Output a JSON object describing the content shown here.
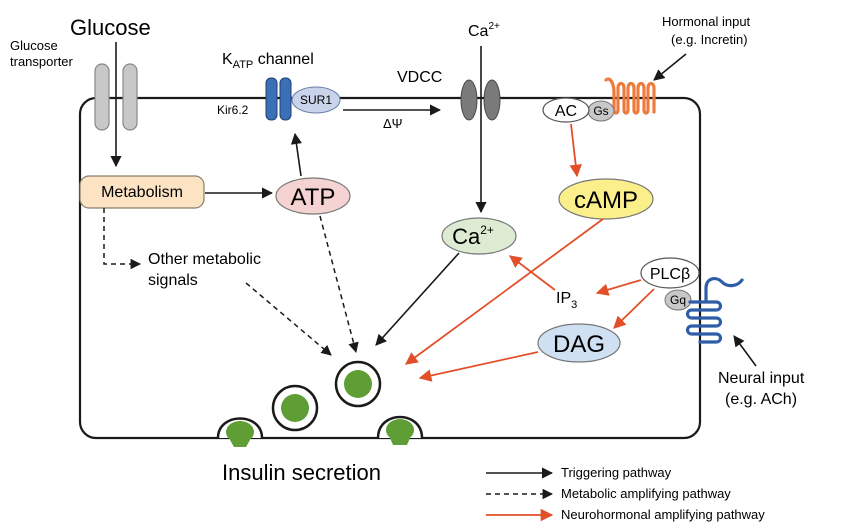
{
  "labels": {
    "glucose": "Glucose",
    "glucose_transporter_line1": "Glucose",
    "glucose_transporter_line2": "transporter",
    "katp_k": "K",
    "katp_sub": "ATP",
    "katp_rest": " channel",
    "kir62": "Kir6.2",
    "sur1": "SUR1",
    "delta_psi": "ΔΨ",
    "vdcc": "VDCC",
    "ca_top_base": "Ca",
    "ca_top_sup": "2+",
    "hormonal_line1": "Hormonal input",
    "hormonal_line2": "(e.g. Incretin)",
    "ac": "AC",
    "gs": "Gs",
    "metabolism": "Metabolism",
    "atp": "ATP",
    "camp": "cAMP",
    "ca_inner_base": "Ca",
    "ca_inner_sup": "2+",
    "plc_base": "PLC",
    "plc_beta": "β",
    "gq": "Gq",
    "other_line1": "Other metabolic",
    "other_line2": "signals",
    "ip3_base": "IP",
    "ip3_sub": "3",
    "dag": "DAG",
    "neural_line1": "Neural input",
    "neural_line2": "(e.g. ACh)",
    "insulin_secretion": "Insulin secretion"
  },
  "legend": [
    {
      "label": "Triggering pathway",
      "style": "solid",
      "color": "#1a1a1a"
    },
    {
      "label": "Metabolic amplifying pathway",
      "style": "dashed",
      "color": "#1a1a1a"
    },
    {
      "label": "Neurohormonal amplifying pathway",
      "style": "solid",
      "color": "#e2502a"
    }
  ],
  "colors": {
    "metabolism_fill": "#fbe3c4",
    "atp_fill": "#f6d3d3",
    "camp_fill": "#fbef8c",
    "ca_fill": "#dcebd2",
    "dag_fill": "#cfe0f3",
    "katp_blue": "#3b6fb6",
    "sur1_fill": "#c9d3ea",
    "vdcc_gray": "#7a7a7a",
    "receptor_orange": "#ee7a3c",
    "receptor_blue": "#2f5ea8",
    "granule_green": "#5e9e35",
    "red_arrow": "#e2502a"
  }
}
